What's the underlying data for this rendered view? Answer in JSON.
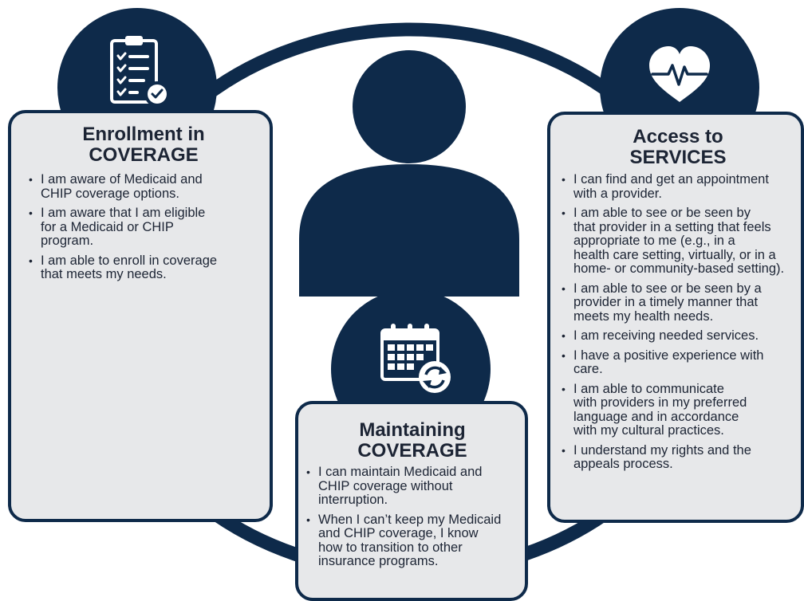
{
  "icons": {
    "enrollment": "clipboard-checklist-icon",
    "access": "heart-pulse-icon",
    "maintaining": "calendar-renew-icon",
    "center": "person-icon"
  },
  "colors": {
    "navy": "#0e2a4a",
    "panel_fill": "#e7e8ea",
    "text": "#1c2434"
  },
  "enrollment": {
    "title": "Enrollment in\nCOVERAGE",
    "items": [
      "I am aware of Medicaid and\nCHIP coverage options.",
      "I am aware that I am eligible\nfor a Medicaid or CHIP\nprogram.",
      "I am able to enroll in coverage\nthat meets my needs."
    ]
  },
  "access": {
    "title": "Access to\nSERVICES",
    "items": [
      "I can find and get an appointment\nwith a provider.",
      "I am able to see or be seen by\nthat provider in a setting that feels\nappropriate to me (e.g., in a\nhealth care setting, virtually, or in a\nhome- or community-based setting).",
      "I am able to see or be seen by a\nprovider in a timely manner that\nmeets my health needs.",
      "I am receiving needed services.",
      "I have a positive experience with\ncare.",
      "I am able to communicate\nwith providers in my preferred\nlanguage and in accordance\nwith my cultural practices.",
      "I understand my rights and the\nappeals process."
    ]
  },
  "maintaining": {
    "title": "Maintaining\nCOVERAGE",
    "items": [
      "I can maintain Medicaid and\nCHIP coverage without\ninterruption.",
      "When I can’t keep my Medicaid\nand CHIP coverage, I know\nhow to transition to other\ninsurance programs."
    ]
  }
}
